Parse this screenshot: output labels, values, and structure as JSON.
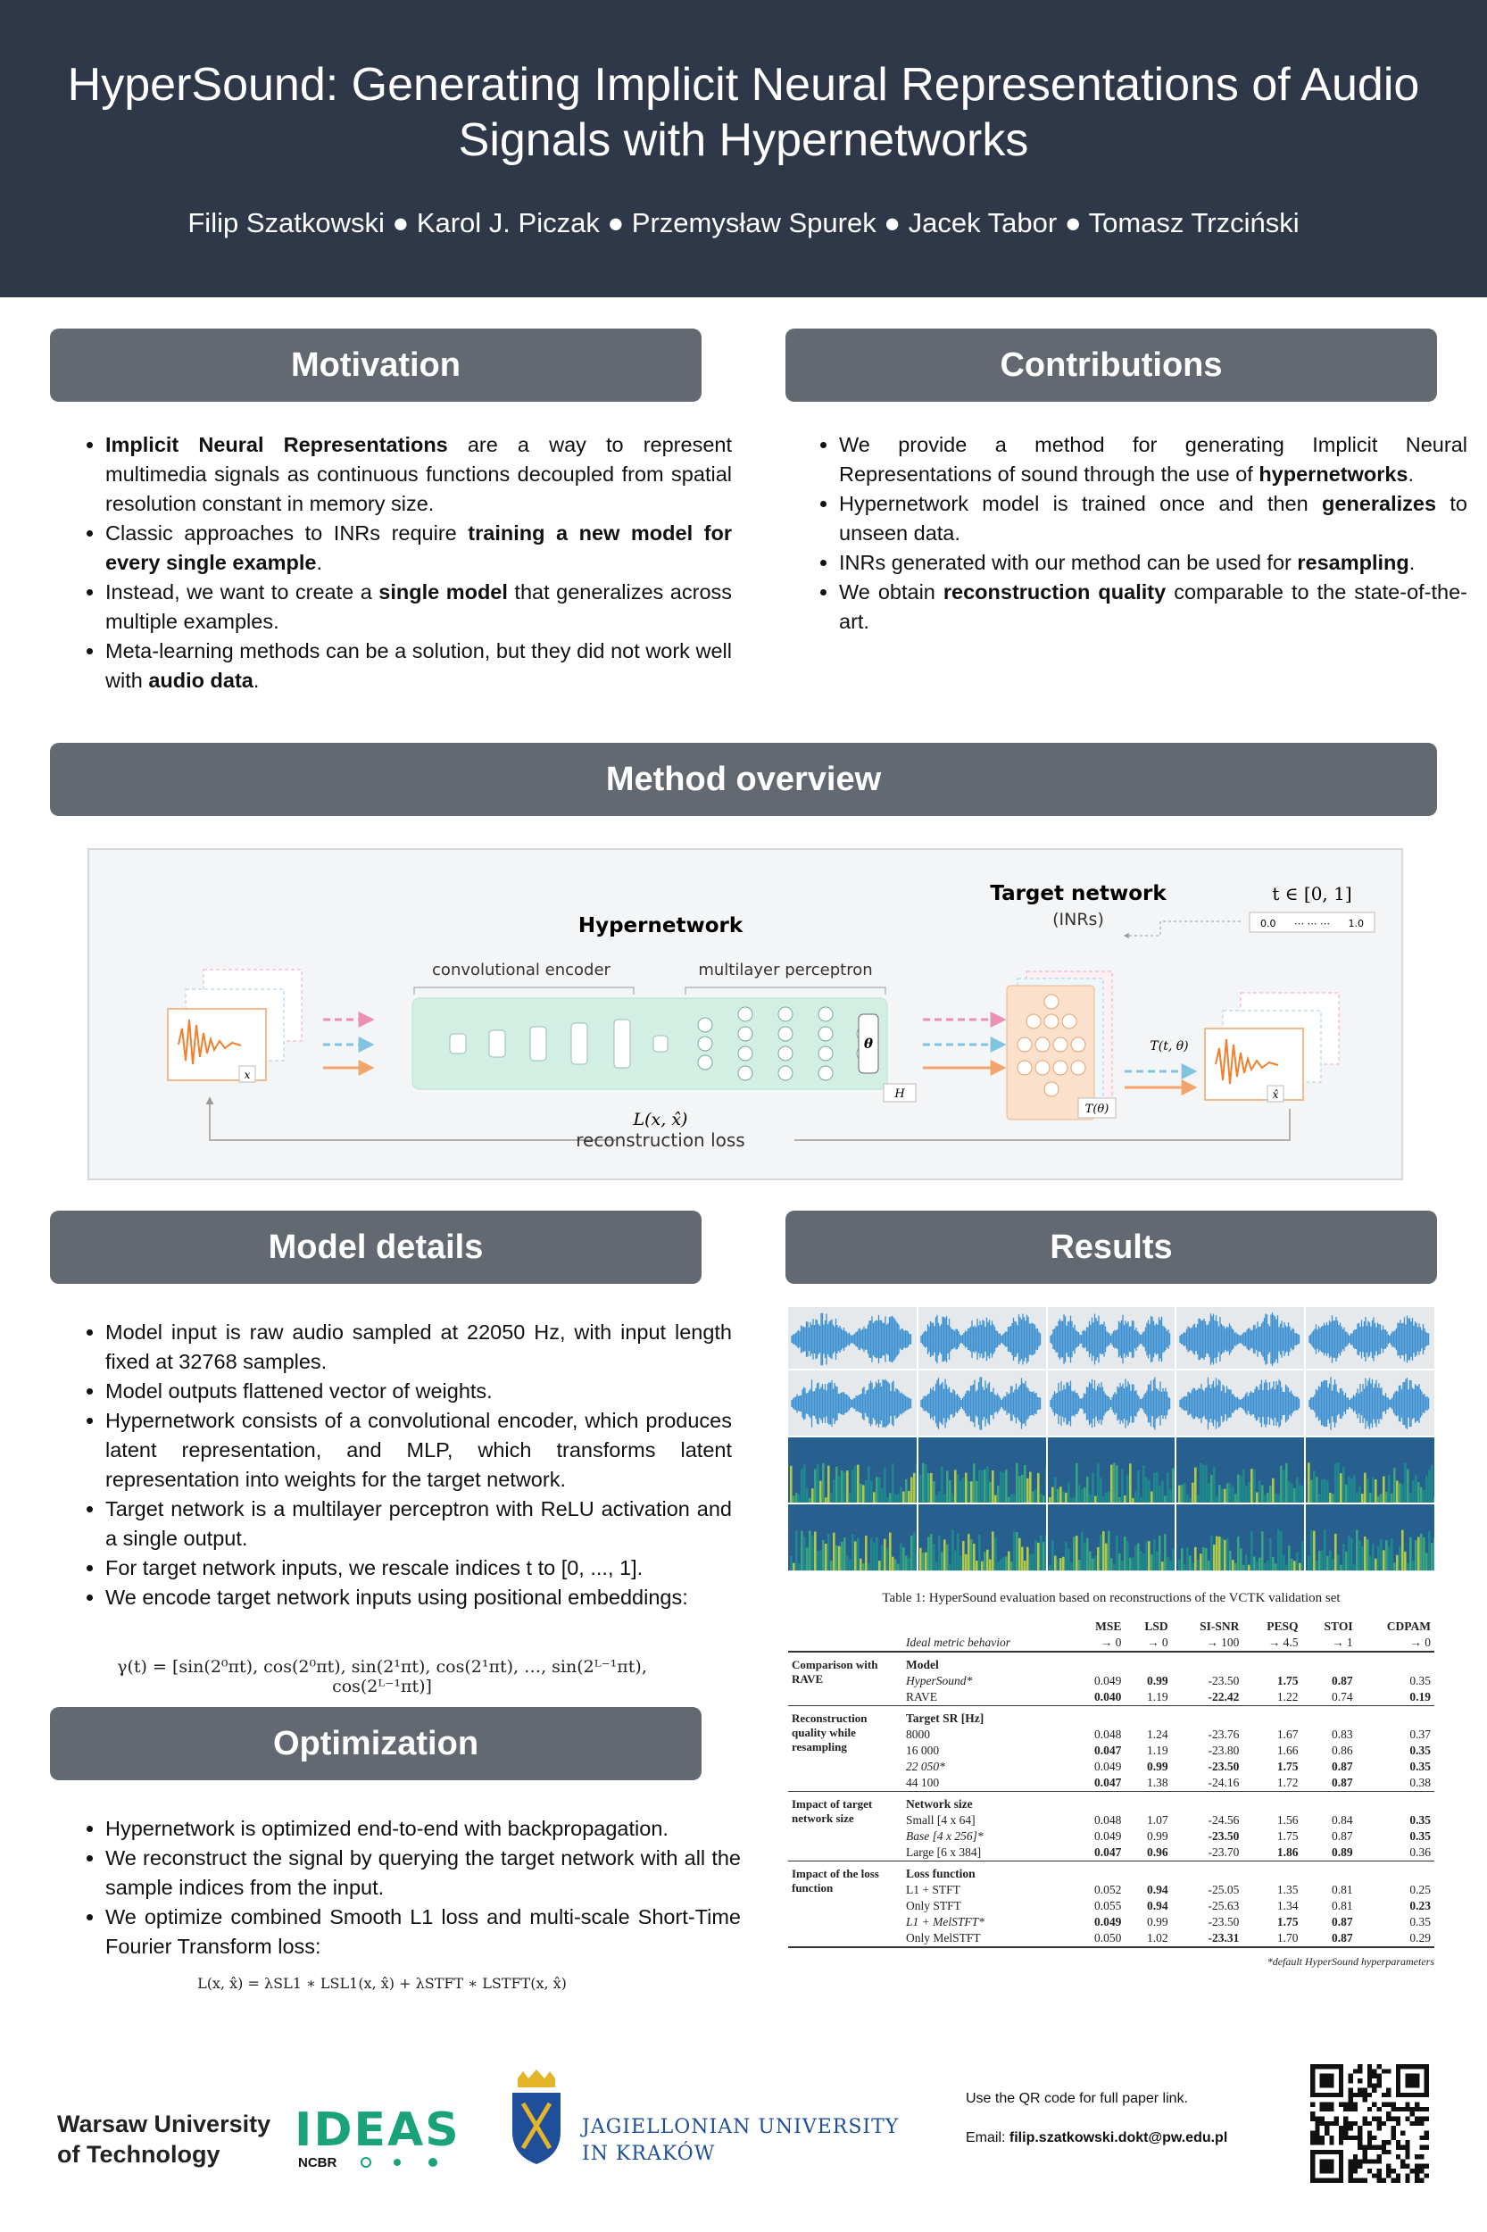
{
  "header": {
    "title": "HyperSound: Generating Implicit Neural Representations of Audio Signals with Hypernetworks",
    "authors": "Filip Szatkowski ● Karol J. Piczak ● Przemysław Spurek ● Jacek Tabor ● Tomasz Trzciński"
  },
  "motivation": {
    "heading": "Motivation",
    "items": [
      {
        "pre": "",
        "bold": "Implicit Neural Representations",
        "post": " are a way to represent multimedia signals as continuous functions decoupled from spatial resolution constant in memory size."
      },
      {
        "pre": "Classic approaches to INRs require ",
        "bold": "training a new model for every single example",
        "post": "."
      },
      {
        "pre": "Instead, we want to create a ",
        "bold": "single model",
        "post": " that generalizes across multiple examples."
      },
      {
        "pre": "Meta-learning methods can be a solution, but they did not work well with ",
        "bold": "audio data",
        "post": "."
      }
    ]
  },
  "contributions": {
    "heading": "Contributions",
    "items": [
      {
        "pre": "We provide a method for generating Implicit Neural Representations of sound through the use of ",
        "bold": "hypernetworks",
        "post": "."
      },
      {
        "pre": "Hypernetwork model is trained once and then ",
        "bold": "generalizes",
        "post": " to unseen data."
      },
      {
        "pre": "INRs generated with our method can be used for ",
        "bold": "resampling",
        "post": "."
      },
      {
        "pre": "We obtain ",
        "bold": "reconstruction quality",
        "post": " comparable to the state-of-the-art."
      }
    ]
  },
  "method": {
    "heading": "Method overview",
    "diagram": {
      "hypernetwork": "Hypernetwork",
      "conv_encoder": "convolutional encoder",
      "mlp": "multilayer perceptron",
      "target_network": "Target network",
      "inrs": "(INRs)",
      "t_range": "t ∈ [0, 1]",
      "t_start": "0.0",
      "t_dots": "⋯ ⋯ ⋯",
      "t_end": "1.0",
      "theta": "θ",
      "h": "H",
      "t_theta_fn": "T(t, θ)",
      "t_theta": "T(θ)",
      "x": "x",
      "x_hat": "x̂",
      "loss": "L(x, x̂)",
      "loss_label": "reconstruction loss"
    }
  },
  "model_details": {
    "heading": "Model details",
    "items": [
      "Model input is raw audio sampled at 22050 Hz, with input length fixed at 32768 samples.",
      "Model outputs flattened vector of weights.",
      "Hypernetwork consists of a convolutional encoder, which produces latent representation, and MLP, which transforms latent representation into weights for the target network.",
      "Target network is a multilayer perceptron with ReLU activation and a single output.",
      "For target network inputs, we rescale indices t to [0, ..., 1].",
      "We encode target network inputs using positional embeddings:"
    ],
    "formula": "γ(t) = [sin(2⁰πt), cos(2⁰πt), sin(2¹πt), cos(2¹πt), …, sin(2ᴸ⁻¹πt), cos(2ᴸ⁻¹πt)]"
  },
  "optimization": {
    "heading": "Optimization",
    "items": [
      "Hypernetwork is optimized end-to-end with backpropagation.",
      "We reconstruct the signal by querying the target network with all the sample indices from the input.",
      "We optimize combined Smooth L1 loss and multi-scale Short-Time Fourier Transform loss:"
    ],
    "formula": "L(x, x̂) = λSL1 ∗ LSL1(x, x̂) + λSTFT ∗ LSTFT(x, x̂)"
  },
  "results": {
    "heading": "Results",
    "table_caption": "Table 1: HyperSound evaluation based on reconstructions of the VCTK validation set",
    "columns": [
      "MSE",
      "LSD",
      "SI-SNR",
      "PESQ",
      "STOI",
      "CDPAM"
    ],
    "ideal_label": "Ideal metric behavior",
    "ideal": [
      "→ 0",
      "→ 0",
      "→ 100",
      "→ 4.5",
      "→ 1",
      "→ 0"
    ],
    "groups": [
      {
        "name": "Comparison with RAVE",
        "sub": "Model",
        "rows": [
          {
            "label": "HyperSound*",
            "italic": true,
            "vals": [
              "0.049",
              "0.99",
              "-23.50",
              "1.75",
              "0.87",
              "0.35"
            ],
            "bold": [
              1,
              3,
              4
            ]
          },
          {
            "label": "RAVE",
            "italic": false,
            "vals": [
              "0.040",
              "1.19",
              "-22.42",
              "1.22",
              "0.74",
              "0.19"
            ],
            "bold": [
              0,
              2,
              5
            ]
          }
        ]
      },
      {
        "name": "Reconstruction quality while resampling",
        "sub": "Target SR [Hz]",
        "rows": [
          {
            "label": "8000",
            "italic": false,
            "vals": [
              "0.048",
              "1.24",
              "-23.76",
              "1.67",
              "0.83",
              "0.37"
            ],
            "bold": []
          },
          {
            "label": "16 000",
            "italic": false,
            "vals": [
              "0.047",
              "1.19",
              "-23.80",
              "1.66",
              "0.86",
              "0.35"
            ],
            "bold": [
              0,
              5
            ]
          },
          {
            "label": "22 050*",
            "italic": true,
            "vals": [
              "0.049",
              "0.99",
              "-23.50",
              "1.75",
              "0.87",
              "0.35"
            ],
            "bold": [
              1,
              2,
              3,
              4,
              5
            ]
          },
          {
            "label": "44 100",
            "italic": false,
            "vals": [
              "0.047",
              "1.38",
              "-24.16",
              "1.72",
              "0.87",
              "0.38"
            ],
            "bold": [
              0,
              4
            ]
          }
        ]
      },
      {
        "name": "Impact of target network size",
        "sub": "Network size",
        "rows": [
          {
            "label": "Small [4 x 64]",
            "italic": false,
            "vals": [
              "0.048",
              "1.07",
              "-24.56",
              "1.56",
              "0.84",
              "0.35"
            ],
            "bold": [
              5
            ]
          },
          {
            "label": "Base [4 x 256]*",
            "italic": true,
            "vals": [
              "0.049",
              "0.99",
              "-23.50",
              "1.75",
              "0.87",
              "0.35"
            ],
            "bold": [
              2,
              5
            ]
          },
          {
            "label": "Large [6 x 384]",
            "italic": false,
            "vals": [
              "0.047",
              "0.96",
              "-23.70",
              "1.86",
              "0.89",
              "0.36"
            ],
            "bold": [
              0,
              1,
              3,
              4
            ]
          }
        ]
      },
      {
        "name": "Impact of the loss function",
        "sub": "Loss function",
        "rows": [
          {
            "label": "L1 + STFT",
            "italic": false,
            "vals": [
              "0.052",
              "0.94",
              "-25.05",
              "1.35",
              "0.81",
              "0.25"
            ],
            "bold": [
              1
            ]
          },
          {
            "label": "Only STFT",
            "italic": false,
            "vals": [
              "0.055",
              "0.94",
              "-25.63",
              "1.34",
              "0.81",
              "0.23"
            ],
            "bold": [
              1,
              5
            ]
          },
          {
            "label": "L1 + MelSTFT*",
            "italic": true,
            "vals": [
              "0.049",
              "0.99",
              "-23.50",
              "1.75",
              "0.87",
              "0.35"
            ],
            "bold": [
              0,
              3,
              4
            ]
          },
          {
            "label": "Only MelSTFT",
            "italic": false,
            "vals": [
              "0.050",
              "1.02",
              "-23.31",
              "1.70",
              "0.87",
              "0.29"
            ],
            "bold": [
              2,
              4
            ]
          }
        ]
      }
    ],
    "footnote": "*default HyperSound hyperparameters"
  },
  "footer": {
    "wut_line1": "Warsaw University",
    "wut_line2": "of Technology",
    "ideas": "IDEAS",
    "ncbr": "NCBR",
    "uj_line1": "JAGIELLONIAN UNIVERSITY",
    "uj_line2": "IN KRAKÓW",
    "qr_text": "Use the QR code for full paper link.",
    "email_label": "Email: ",
    "email": "filip.szatkowski.dokt@pw.edu.pl"
  },
  "colors": {
    "header_bg": "#2f3849",
    "section_bg": "#626971",
    "waveform": "#3a8fd0",
    "ideas_green": "#1aa37a",
    "uj_blue": "#1f4e9a"
  }
}
